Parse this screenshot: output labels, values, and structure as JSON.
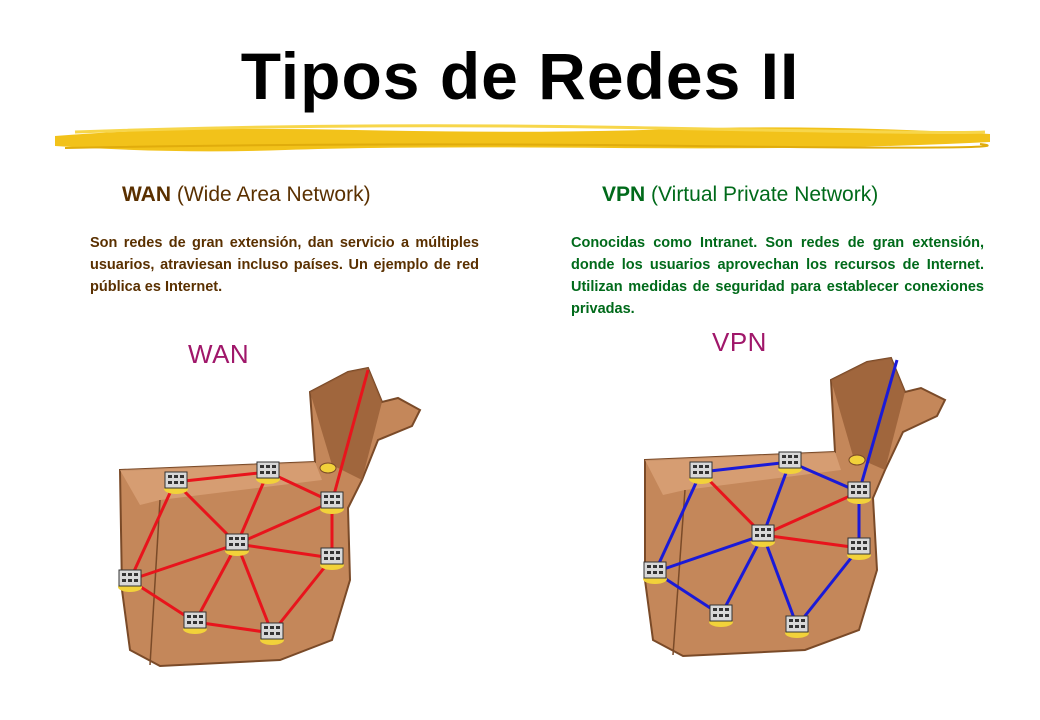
{
  "title": "Tipos de Redes II",
  "wan": {
    "abbr": "WAN",
    "full": "(Wide Area Network)",
    "description": "Son redes de gran extensión, dan servicio a múltiples usuarios, atraviesan incluso países. Un ejemplo de red pública es Internet.",
    "map_label": "WAN",
    "link_color": "#e8141c"
  },
  "vpn": {
    "abbr": "VPN",
    "full": "(Virtual Private Network)",
    "description": "Conocidas como Intranet. Son redes de gran extensión, donde los usuarios aprovechan los recursos de Internet. Utilizan medidas de seguridad para establecer conexiones privadas.",
    "map_label": "VPN",
    "link_color": "#1a1ad8",
    "private_link_color": "#e8141c"
  },
  "colors": {
    "map_fill": "#c4875a",
    "map_dark": "#8a5530",
    "brush": "#f2c21a"
  }
}
